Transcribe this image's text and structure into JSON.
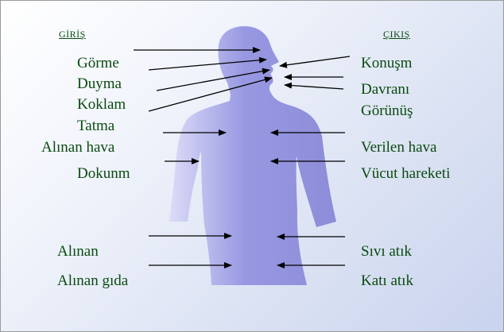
{
  "headers": {
    "input": "GİRİŞ",
    "output": "ÇIKIŞ"
  },
  "inputs": {
    "gorme": "Görme",
    "duyma": "Duyma",
    "koklam": "Koklam",
    "tatma": "Tatma",
    "alinan_hava": "Alınan hava",
    "dokunm": "Dokunm",
    "alinan": "Alınan",
    "alinan_gida": "Alınan gıda"
  },
  "outputs": {
    "konusm": "Konuşm",
    "davrani": "Davranı",
    "gorunus": "Görünüş",
    "verilen_hava": "Verilen hava",
    "vucut_hareketi": "Vücut hareketi",
    "sivi_atik": "Sıvı atık",
    "kati_atik": "Katı atık"
  },
  "colors": {
    "text": "#0b4a10",
    "body_fill": "#9090dd",
    "arrow": "#000000"
  }
}
